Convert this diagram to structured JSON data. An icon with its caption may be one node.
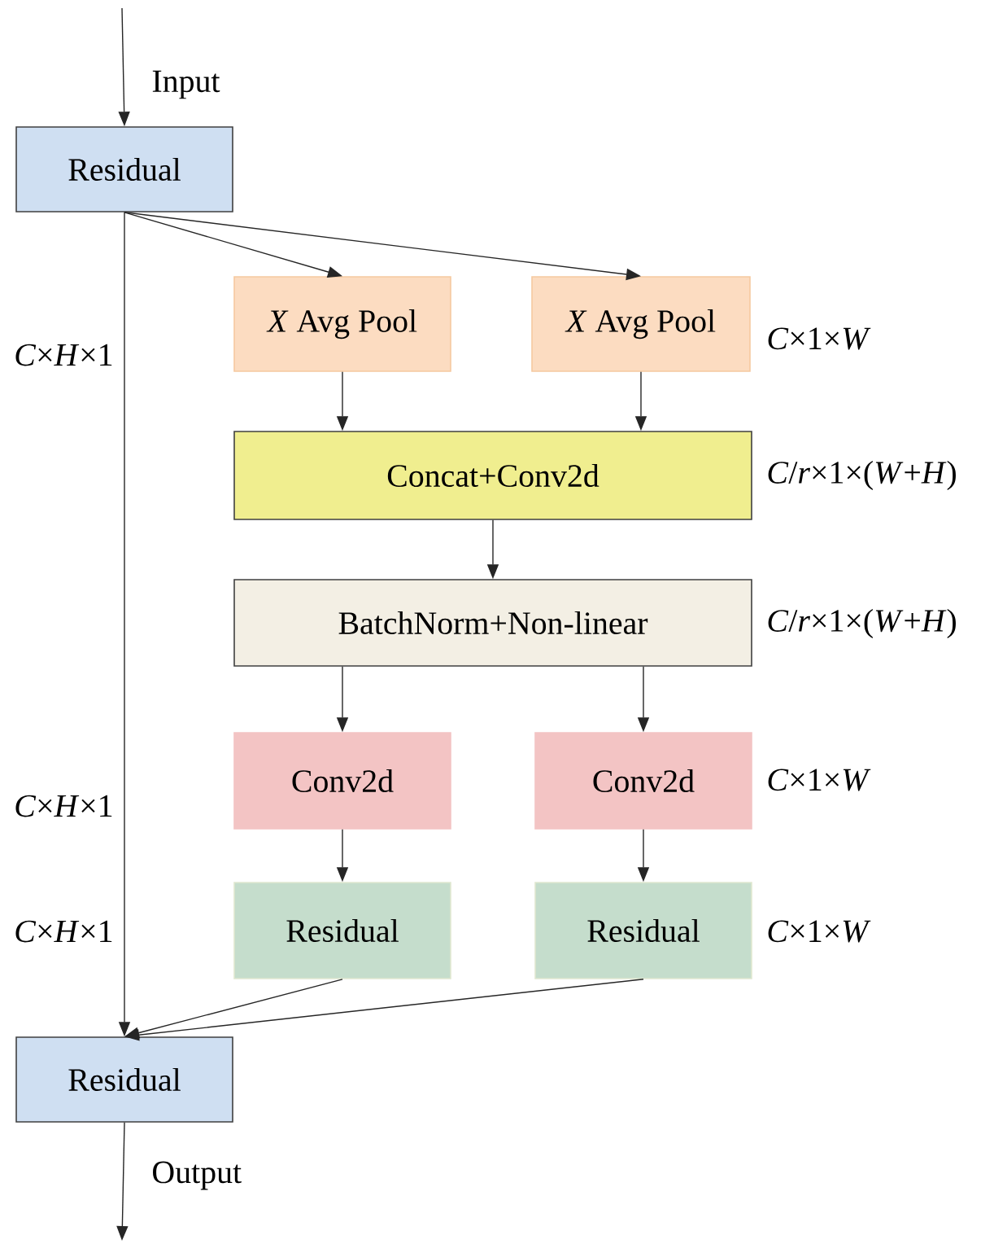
{
  "diagram": {
    "nodes": [
      {
        "text": [
          "Residual"
        ]
      },
      {
        "text": [
          "*X* Avg Pool"
        ]
      },
      {
        "text": [
          "*X* Avg Pool"
        ]
      },
      {
        "text": [
          "Concat+Conv2d"
        ]
      },
      {
        "text": [
          "BatchNorm+Non-linear"
        ]
      },
      {
        "text": [
          "Conv2d"
        ]
      },
      {
        "text": [
          "Conv2d"
        ]
      },
      {
        "text": [
          "Residual"
        ]
      },
      {
        "text": [
          "Residual"
        ]
      },
      {
        "text": [
          "Residual"
        ]
      }
    ],
    "edges": [
      {
        "from": null,
        "to": 0,
        "arrow": "to",
        "label": "Input"
      },
      {
        "from": 0,
        "to": 1,
        "arrow": "to"
      },
      {
        "from": 0,
        "to": 2,
        "arrow": "to"
      },
      {
        "from": 1,
        "to": 3,
        "arrow": "to"
      },
      {
        "from": 2,
        "to": 3,
        "arrow": "to"
      },
      {
        "from": 3,
        "to": 4,
        "arrow": "to"
      },
      {
        "from": 4,
        "to": 5,
        "arrow": "to"
      },
      {
        "from": 4,
        "to": 6,
        "arrow": "to"
      },
      {
        "from": 5,
        "to": 7,
        "arrow": "to"
      },
      {
        "from": 6,
        "to": 8,
        "arrow": "to"
      },
      {
        "from": 0,
        "to": 9,
        "arrow": "to"
      },
      {
        "from": 7,
        "to": 9,
        "arrow": "to"
      },
      {
        "from": 8,
        "to": 9,
        "arrow": "to"
      },
      {
        "from": 9,
        "to": null,
        "arrow": "to",
        "label": "Output"
      }
    ],
    "labels": [
      "*C*×1×*W*",
      "*C*×*H*×1",
      "*C*/*r*×1×(*W*+*H*)",
      "*C*/*r*×1×(*W*+*H*)",
      "*C*×*H*×1",
      "*C*×1×*W*",
      "*C*×*H*×1",
      "*C*×1×*W*"
    ]
  }
}
